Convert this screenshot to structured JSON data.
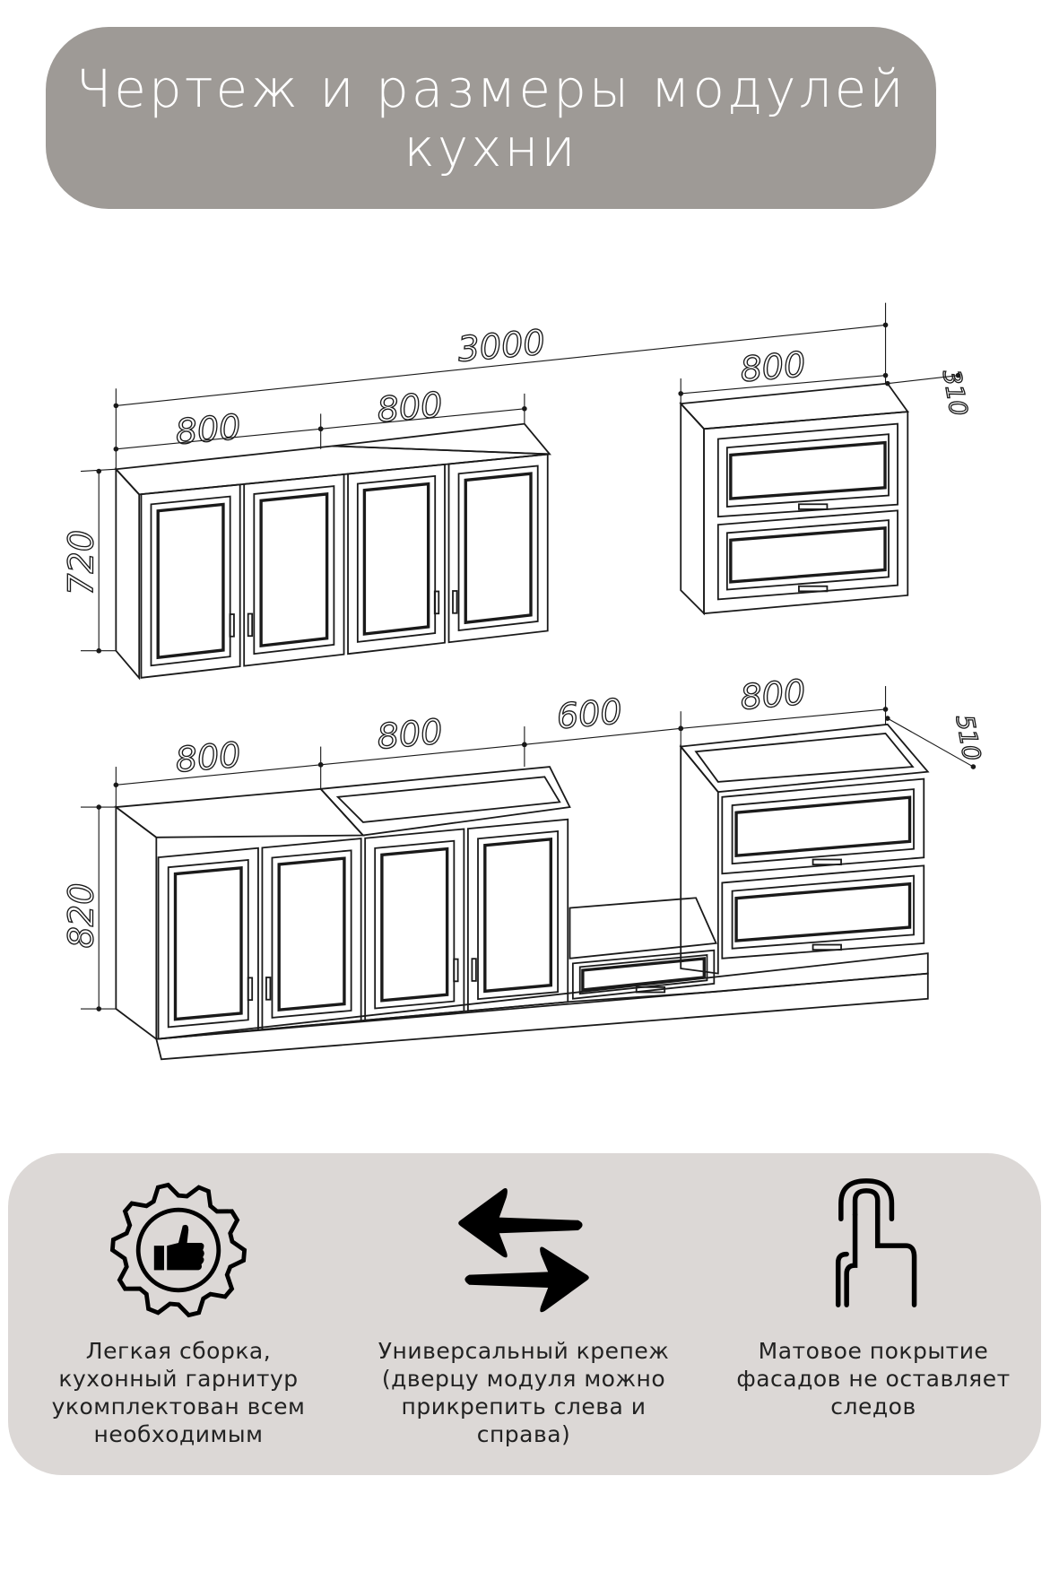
{
  "title": {
    "line1": "Чертеж и размеры модулей",
    "line2": "кухни"
  },
  "dimensions": {
    "total_width": "3000",
    "upper": {
      "module1": "800",
      "module2": "800",
      "module3": "800",
      "depth": "310",
      "height": "720"
    },
    "lower": {
      "module1": "800",
      "module2": "800",
      "oven_gap": "600",
      "module4": "800",
      "depth": "510",
      "height": "820"
    }
  },
  "features": [
    {
      "icon": "gear-thumbs-up-icon",
      "lines": [
        "Легкая сборка,",
        "кухонный гарнитур",
        "укомплектован всем",
        "необходимым"
      ]
    },
    {
      "icon": "swap-arrows-icon",
      "lines": [
        "Универсальный крепеж",
        "(дверцу модуля можно",
        "прикрепить слева и справа)"
      ]
    },
    {
      "icon": "finger-touch-icon",
      "lines": [
        "Матовое покрытие",
        "фасадов не оставляет",
        "следов"
      ]
    }
  ],
  "colors": {
    "title_bg": "#9e9a96",
    "panel_bg": "#dcd8d6",
    "line": "#1a1a1a"
  }
}
